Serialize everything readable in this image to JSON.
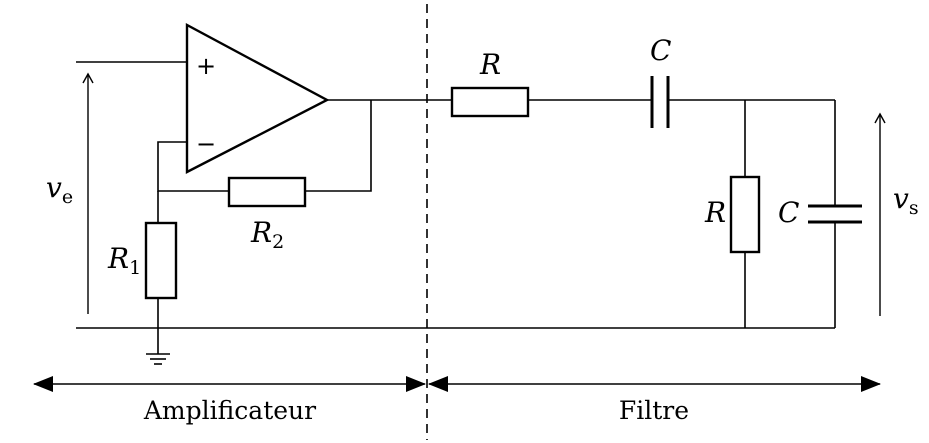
{
  "labels": {
    "ve_main": "v",
    "ve_sub": "e",
    "vs_main": "v",
    "vs_sub": "s",
    "r1_main": "R",
    "r1_sub": "1",
    "r2_main": "R",
    "r2_sub": "2",
    "r_series": "R",
    "c_series": "C",
    "r_shunt": "R",
    "c_shunt": "C",
    "plus": "+",
    "minus": "−"
  },
  "sections": {
    "amplifier": "Amplificateur",
    "filter": "Filtre"
  }
}
